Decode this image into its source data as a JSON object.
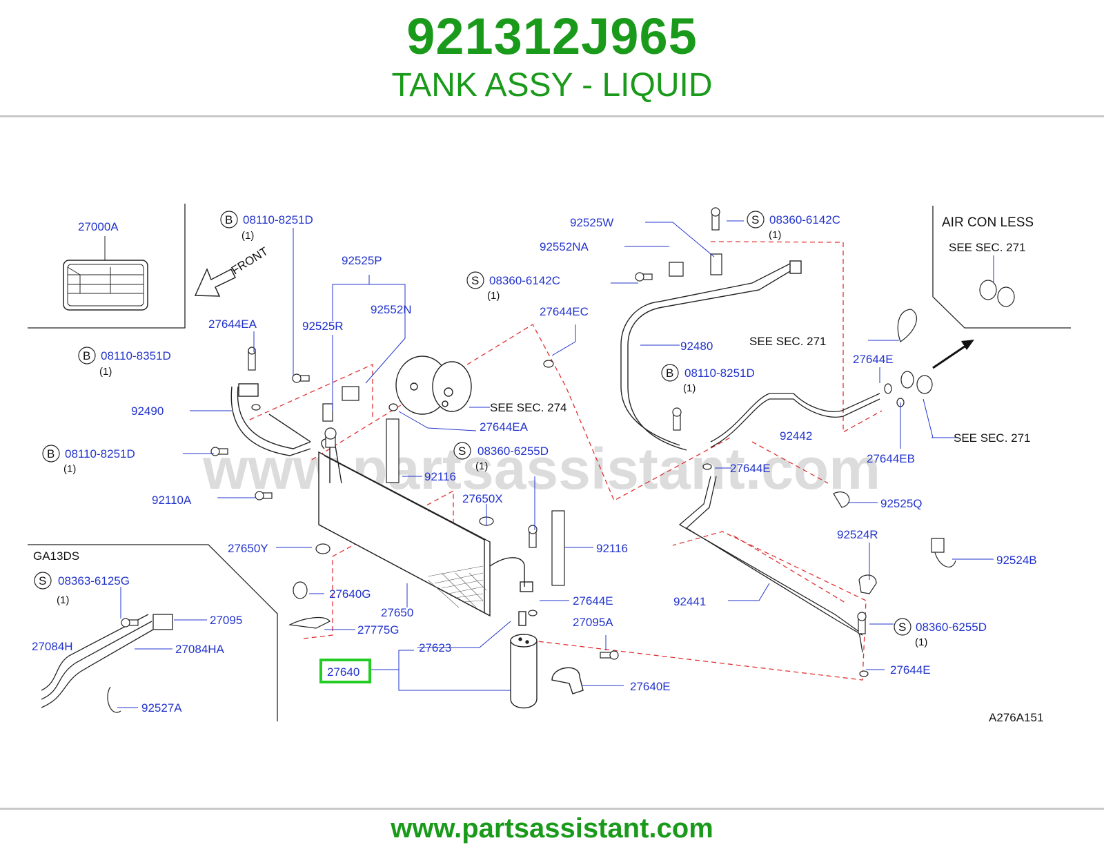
{
  "header": {
    "part_number": "921312J965",
    "part_name": "TANK ASSY - LIQUID"
  },
  "footer": {
    "website": "www.partsassistant.com"
  },
  "diagram": {
    "watermark": "www.partsassistant.com",
    "front_label": "FRONT",
    "engine_label": "GA13DS",
    "air_con_less": "AIR  CON  LESS",
    "see_sec_271": "SEE  SEC.  271",
    "see_sec_274": "SEE  SEC.  274",
    "figure_code": "A276A151",
    "highlighted_part": "27640",
    "bolt_prefix_b": "B",
    "bolt_prefix_s": "S",
    "qty_one": "(1)",
    "labels": {
      "p27000A": "27000A",
      "p08110_8251D": "08110-8251D",
      "p08110_8351D": "08110-8351D",
      "p27644EA": "27644EA",
      "p92490": "92490",
      "p92110A": "92110A",
      "p92525P": "92525P",
      "p92525R": "92525R",
      "p92552N": "92552N",
      "p08360_6142C": "08360-6142C",
      "p27644EC": "27644EC",
      "p92525W": "92525W",
      "p92552NA": "92552NA",
      "p92480": "92480",
      "p27644E": "27644E",
      "p92442": "92442",
      "p27644EB": "27644EB",
      "p92525Q": "92525Q",
      "p92524R": "92524R",
      "p92524B": "92524B",
      "p92441": "92441",
      "p08360_6255D": "08360-6255D",
      "p92116": "92116",
      "p27650X": "27650X",
      "p27650Y": "27650Y",
      "p27640G": "27640G",
      "p27650": "27650",
      "p27775G": "27775G",
      "p27623": "27623",
      "p27640": "27640",
      "p27095A": "27095A",
      "p27640E": "27640E",
      "p08363_6125G": "08363-6125G",
      "p27095": "27095",
      "p27084H": "27084H",
      "p27084HA": "27084HA",
      "p92527A": "92527A"
    }
  },
  "colors": {
    "brand_green": "#1a9a1a",
    "label_blue": "#2233cc",
    "highlight_green": "#22cc22",
    "dashed_red": "#e03030"
  }
}
